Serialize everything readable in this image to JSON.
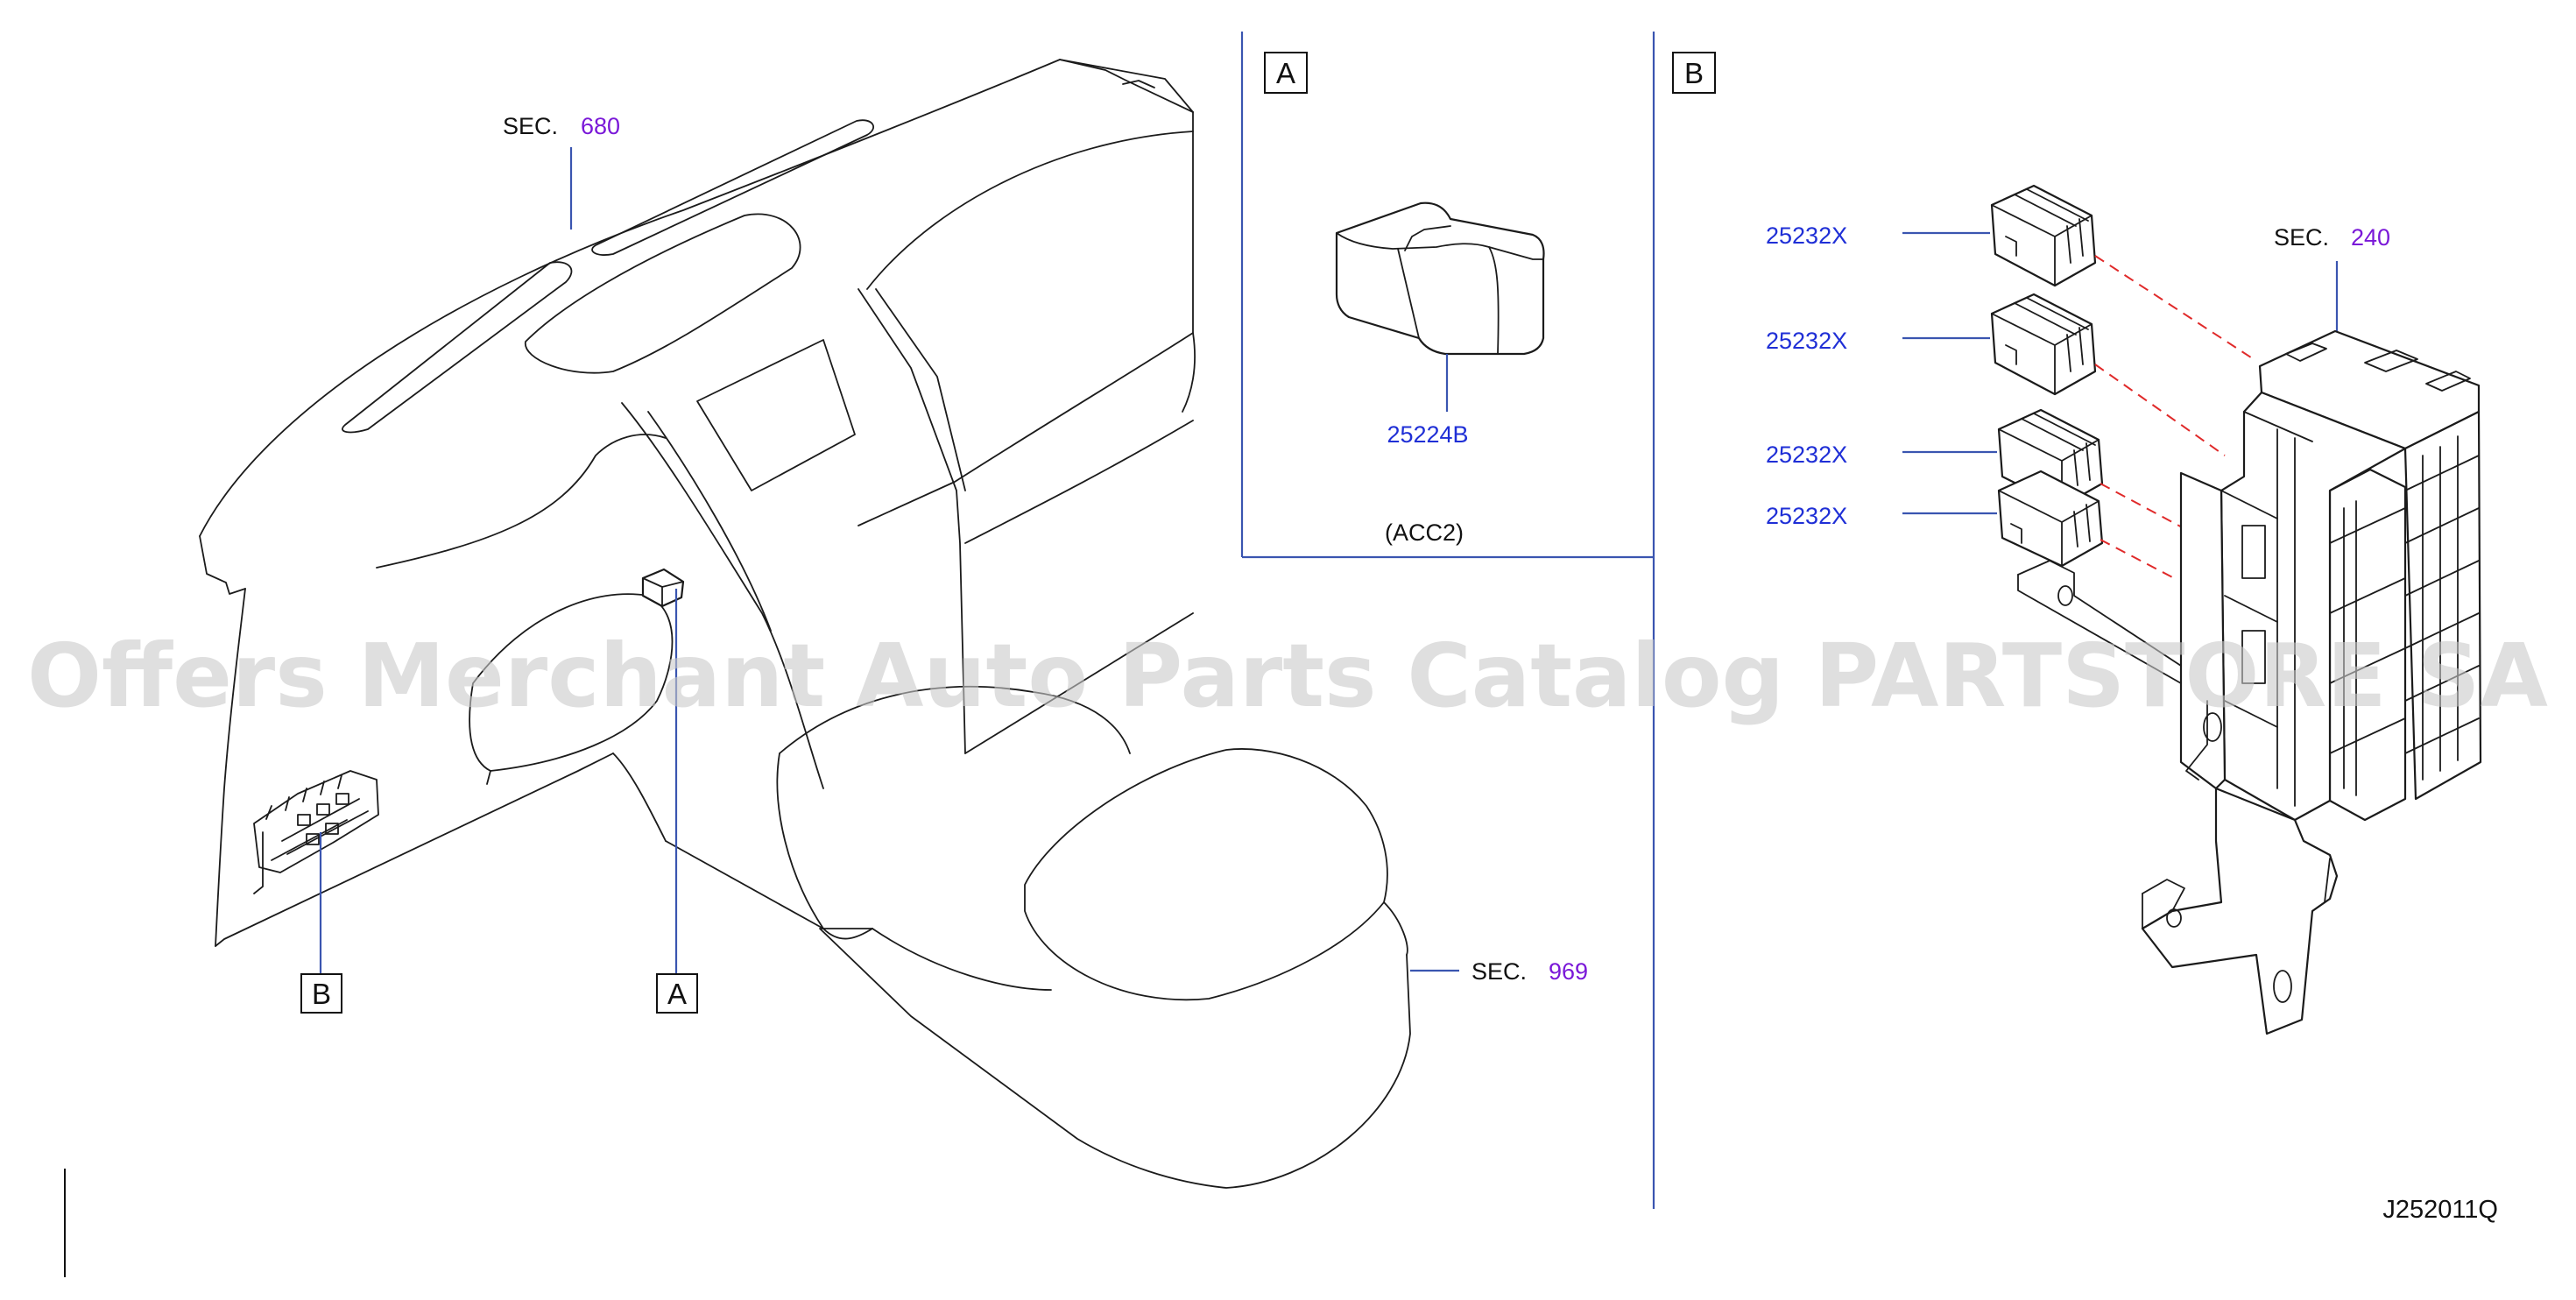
{
  "diagram_code": "J252011Q",
  "watermark": "Offers Merchant Auto Parts Catalog PARTSTORE SA",
  "section_refs": [
    {
      "prefix": "SEC.",
      "number": "680"
    },
    {
      "prefix": "SEC.",
      "number": "969"
    },
    {
      "prefix": "SEC.",
      "number": "240"
    }
  ],
  "callouts": [
    {
      "id": "A"
    },
    {
      "id": "B"
    }
  ],
  "panel_a": {
    "title": "A",
    "part_number": "25224B",
    "note": "(ACC2)"
  },
  "panel_b": {
    "title": "B",
    "relays": [
      {
        "part_number": "25232X"
      },
      {
        "part_number": "25232X"
      },
      {
        "part_number": "25232X"
      },
      {
        "part_number": "25232X"
      }
    ]
  },
  "colors": {
    "part_number": "#1f2fd6",
    "section_number": "#7a18d8",
    "leader_line": "#3a55b0",
    "alignment_dash": "#e02a2a"
  }
}
